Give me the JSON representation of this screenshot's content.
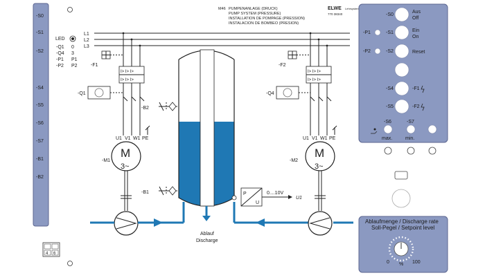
{
  "colors": {
    "panel": "#8b99c1",
    "water": "#1f78b4",
    "accent_blue": "#1f78b4"
  },
  "left_panel": {
    "labels": [
      "-S0",
      "-S1",
      "-S2",
      "-S4",
      "-S5",
      "-S6",
      "-S7",
      "-B1",
      "-B2"
    ]
  },
  "led_legend": {
    "title": "LED",
    "rows": [
      {
        "name": "-Q1",
        "value": "0"
      },
      {
        "name": "-Q4",
        "value": "3"
      },
      {
        "name": "-P1",
        "value": "P1"
      },
      {
        "name": "-P2",
        "value": "P2"
      }
    ]
  },
  "header": {
    "code_prefix": "M46",
    "titles": [
      "PUMPENANLAGE (DRUCK)",
      "PUMP SYSTEM (PRESSURE)",
      "INSTALLATION DE POMPAGE (PRESSION)",
      "INSTALACION DE BOMBEO (PRESION)"
    ],
    "brand": "ELWE",
    "brand_sub": "Lehrsysteme",
    "part_number": "770 38340"
  },
  "diagram": {
    "phase_labels": [
      "L1",
      "L2",
      "L3"
    ],
    "fuse_left": "-F1",
    "fuse_right": "-F2",
    "contactor_left": "-Q1",
    "contactor_right": "-Q4",
    "sensor_top": "-B2",
    "sensor_bottom": "-B1",
    "terminals_left": [
      "U1",
      "V1",
      "W1",
      "PE"
    ],
    "terminals_right": [
      "U1",
      "V1",
      "W1",
      "PE"
    ],
    "motor_left": "-M1",
    "motor_right": "-M2",
    "motor_letter": "M",
    "motor_symbol": "3~",
    "transducer_p": "P",
    "transducer_u": "U",
    "transducer_range": "0....10V",
    "transducer_output": "U1",
    "outlet_label_1": "Ablauf",
    "outlet_label_2": "Discharge",
    "tank_level_fraction": 0.55
  },
  "control_panel": {
    "buttons": [
      {
        "left": "",
        "mid": "-S0",
        "right_1": "Aus",
        "right_2": "Off"
      },
      {
        "left": "-P1",
        "mid": "-S1",
        "right_1": "Ein",
        "right_2": "On"
      },
      {
        "left": "-P2",
        "mid": "-S2",
        "right_1": "Reset",
        "right_2": ""
      },
      {
        "left": "",
        "mid": "",
        "right_1": "",
        "right_2": ""
      },
      {
        "left": "",
        "mid": "-S4",
        "right_1": "-F1",
        "right_2": ""
      },
      {
        "left": "",
        "mid": "-S5",
        "right_1": "-F2",
        "right_2": ""
      }
    ],
    "float_switches": [
      {
        "label": "-S6",
        "sub": "max."
      },
      {
        "label": "-S7",
        "sub": "min."
      }
    ]
  },
  "rate_panel": {
    "title_1": "Ablaufmenge / Discharge rate",
    "title_2": "Soll-Pegel / Setpoint level",
    "scale_min": "0",
    "scale_unit": "%",
    "scale_max": "100"
  },
  "io_grid": {
    "cells": [
      "",
      "",
      "4",
      "6"
    ]
  }
}
